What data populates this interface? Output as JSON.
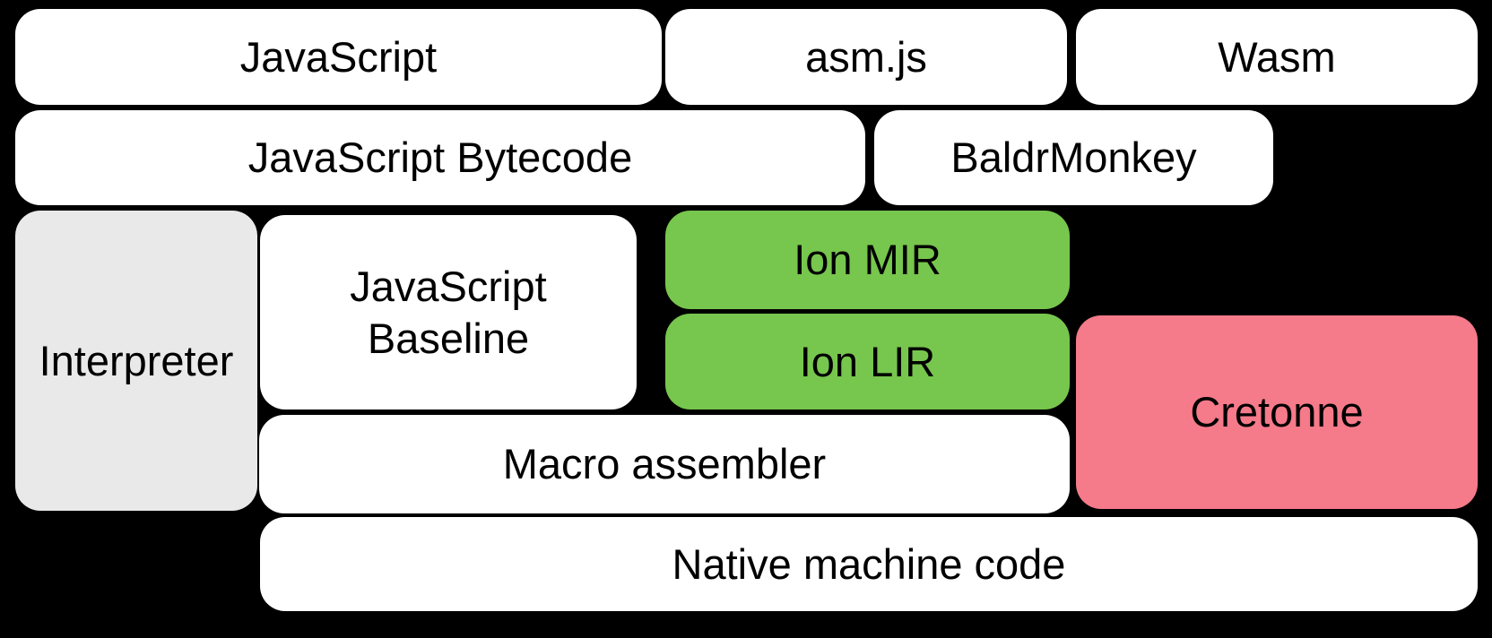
{
  "diagram": {
    "background_color": "#000000",
    "colors": {
      "box_default": "#ffffff",
      "interpreter_gray": "#e9e9e9",
      "ion_green": "#77c64d",
      "cretonne_pink": "#f57a8a",
      "text": "#000000"
    },
    "boxes": [
      {
        "id": "javascript",
        "label": "JavaScript",
        "color": "#ffffff"
      },
      {
        "id": "asmjs",
        "label": "asm.js",
        "color": "#ffffff"
      },
      {
        "id": "wasm",
        "label": "Wasm",
        "color": "#ffffff"
      },
      {
        "id": "javascript-bytecode",
        "label": "JavaScript Bytecode",
        "color": "#ffffff"
      },
      {
        "id": "baldrmonkey",
        "label": "BaldrMonkey",
        "color": "#ffffff"
      },
      {
        "id": "interpreter",
        "label": "Interpreter",
        "color": "#e9e9e9"
      },
      {
        "id": "javascript-baseline",
        "label": "JavaScript\nBaseline",
        "color": "#ffffff"
      },
      {
        "id": "ion-mir",
        "label": "Ion MIR",
        "color": "#77c64d"
      },
      {
        "id": "ion-lir",
        "label": "Ion LIR",
        "color": "#77c64d"
      },
      {
        "id": "cretonne",
        "label": "Cretonne",
        "color": "#f57a8a"
      },
      {
        "id": "macro-assembler",
        "label": "Macro assembler",
        "color": "#ffffff"
      },
      {
        "id": "native-machine-code",
        "label": "Native machine code",
        "color": "#ffffff"
      }
    ]
  }
}
